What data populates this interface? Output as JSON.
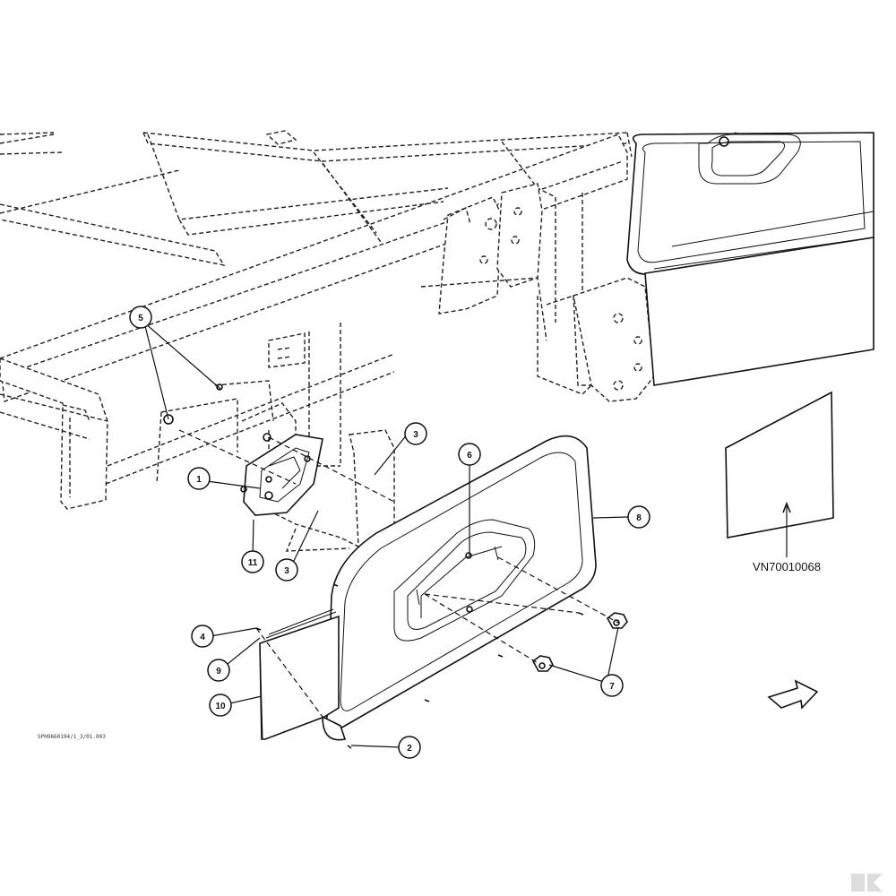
{
  "diagram": {
    "drawing_code": "SPH9660194/1_3/01.003",
    "decal_part_number": "VN70010068",
    "callouts": [
      {
        "id": "callout-1",
        "label": "1"
      },
      {
        "id": "callout-2",
        "label": "2"
      },
      {
        "id": "callout-3a",
        "label": "3"
      },
      {
        "id": "callout-3b",
        "label": "3"
      },
      {
        "id": "callout-4",
        "label": "4"
      },
      {
        "id": "callout-5",
        "label": "5"
      },
      {
        "id": "callout-6",
        "label": "6"
      },
      {
        "id": "callout-7",
        "label": "7"
      },
      {
        "id": "callout-8",
        "label": "8"
      },
      {
        "id": "callout-9",
        "label": "9"
      },
      {
        "id": "callout-10",
        "label": "10"
      },
      {
        "id": "callout-11",
        "label": "11"
      }
    ]
  },
  "colors": {
    "line": "#111111",
    "background": "#ffffff",
    "watermark": "#dddddd"
  }
}
